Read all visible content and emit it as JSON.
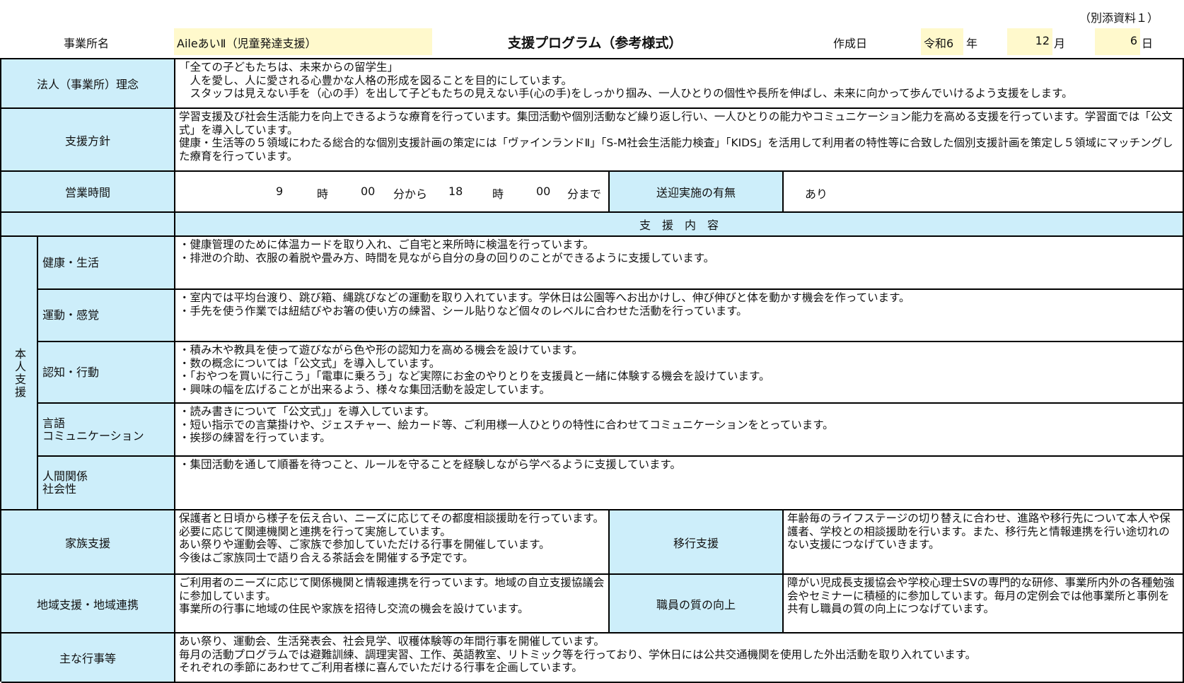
{
  "top_note": "（別添資料１）",
  "header": {
    "office_label": "事業所名",
    "office_name": "AileあいⅡ（児童発達支援）",
    "title": "支援プログラム（参考様式）",
    "date_label": "作成日",
    "era": "令和6",
    "year_unit": "年",
    "month": "12",
    "month_unit": "月",
    "day": "6",
    "day_unit": "日"
  },
  "philosophy": {
    "label": "法人（事業所）理念",
    "text": "「全ての子どもたちは、未来からの留学生」\n　人を愛し、人に愛される心豊かな人格の形成を図ることを目的にしています。\n　スタッフは見えない手を（心の手）を出して子どもたちの見えない手(心の手)をしっかり掴み、一人ひとりの個性や長所を伸ばし、未来に向かって歩んでいけるよう支援をします。"
  },
  "policy": {
    "label": "支援方針",
    "text": "学習支援及び社会生活能力を向上できるような療育を行っています。集団活動や個別活動など繰り返し行い、一人ひとりの能力やコミュニケーション能力を高める支援を行っています。学習面では「公文式」を導入しています。\n健康・生活等の５領域にわたる総合的な個別支援計画の策定には「ヴァインランドⅡ」「S-M社会生活能力検査」「KIDS」を活用して利用者の特性等に合致した個別支援計画を策定し５領域にマッチングした療育を行っています。"
  },
  "hours": {
    "label": "営業時間",
    "start_hour": "9",
    "hour_unit": "時",
    "start_min": "00",
    "from_label": "分から",
    "end_hour": "18",
    "end_min": "00",
    "until_label": "分まで",
    "transport_label": "送迎実施の有無",
    "transport_value": "あり"
  },
  "support_header": "支　援　内　容",
  "self_support": {
    "label": "本人支援",
    "items": [
      {
        "label": "健康・生活",
        "text": "・健康管理のために体温カードを取り入れ、ご自宅と来所時に検温を行っています。\n・排泄の介助、衣服の着脱や畳み方、時間を見ながら自分の身の回りのことができるように支援しています。"
      },
      {
        "label": "運動・感覚",
        "text": "・室内では平均台渡り、跳び箱、縄跳びなどの運動を取り入れています。学休日は公園等へお出かけし、伸び伸びと体を動かす機会を作っています。\n・手先を使う作業では紐結びやお箸の使い方の練習、シール貼りなど個々のレベルに合わせた活動を行っています。"
      },
      {
        "label": "認知・行動",
        "text": "・積み木や教具を使って遊びながら色や形の認知力を高める機会を設けています。\n・数の概念については「公文式」を導入しています。\n・「おやつを買いに行こう」「電車に乗ろう」など実際にお金のやりとりを支援員と一緒に体験する機会を設けています。\n・興味の幅を広げることが出来るよう、様々な集団活動を設定しています。"
      },
      {
        "label": "言語\nコミュニケーション",
        "text": "・読み書きについて「公文式」」を導入しています。\n・短い指示での言葉掛けや、ジェスチャー、絵カード等、ご利用様一人ひとりの特性に合わせてコミュニケーションをとっています。\n・挨拶の練習を行っています。"
      },
      {
        "label": "人間関係\n社会性",
        "text": "・集団活動を通して順番を待つこと、ルールを守ることを経験しながら学べるように支援しています。"
      }
    ]
  },
  "family": {
    "label": "家族支援",
    "text": "保護者と日頃から様子を伝え合い、ニーズに応じてその都度相談援助を行っています。必要に応じて関連機関と連携を行って実施しています。\nあい祭りや運動会等、ご家族で参加していただける行事を開催しています。\n今後はご家族同士で語り合える茶話会を開催する予定です。"
  },
  "transition": {
    "label": "移行支援",
    "text": "年齢毎のライフステージの切り替えに合わせ、進路や移行先について本人や保護者、学校との相談援助を行います。また、移行先と情報連携を行い途切れのない支援につなげていきます。"
  },
  "community": {
    "label": "地域支援・地域連携",
    "text": "ご利用者のニーズに応じて関係機関と情報連携を行っています。地域の自立支援協議会に参加しています。\n事業所の行事に地域の住民や家族を招待し交流の機会を設けています。"
  },
  "staff": {
    "label": "職員の質の向上",
    "text": "障がい児成長支援協会や学校心理士SVの専門的な研修、事業所内外の各種勉強会やセミナーに積極的に参加しています。毎月の定例会では他事業所と事例を共有し職員の質の向上につなげています。"
  },
  "events": {
    "label": "主な行事等",
    "text": "あい祭り、運動会、生活発表会、社会見学、収穫体験等の年間行事を開催しています。\n毎月の活動プログラムでは避難訓練、調理実習、工作、英語教室、リトミック等を行っており、学休日には公共交通機関を使用した外出活動を取り入れています。\nそれぞれの季節にあわせてご利用者様に喜んでいただける行事を企画しています。"
  }
}
